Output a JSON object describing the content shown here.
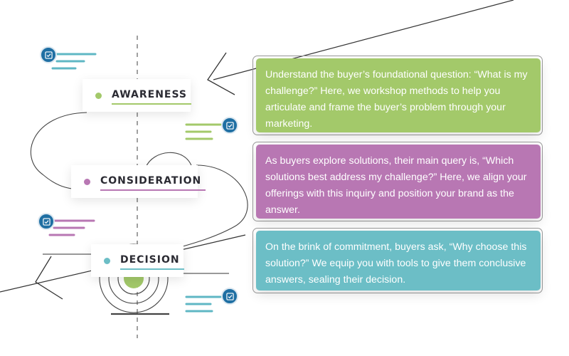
{
  "colors": {
    "awareness": "#a3c96a",
    "consideration": "#b877b3",
    "decision": "#6cbec6",
    "check": "#1f6fa3",
    "awareness_lines": "#5fb7c4",
    "consideration_lines": "#a3c96a",
    "decision_lines": "#b877b3",
    "decision_lines2": "#5fb7c4"
  },
  "stages": [
    {
      "label": "AWARENESS",
      "description": "Understand the buyer’s foundational question: “What is my challenge?” Here, we workshop methods to help you articulate and frame the buyer’s problem through your marketing."
    },
    {
      "label": "CONSIDERATION",
      "description": "As buyers explore solutions, their main query is, “Which solutions best address my challenge?” Here, we align your offerings with this inquiry and position your brand as the answer."
    },
    {
      "label": "DECISION",
      "description": "On the brink of commitment, buyers ask, “Why choose this solution?” We equip you with tools to give them conclusive answers, sealing their decision."
    }
  ],
  "icons": {
    "checklist": "checkbox-check-icon",
    "arrow": "arrow-head-icon",
    "target": "target-icon"
  }
}
